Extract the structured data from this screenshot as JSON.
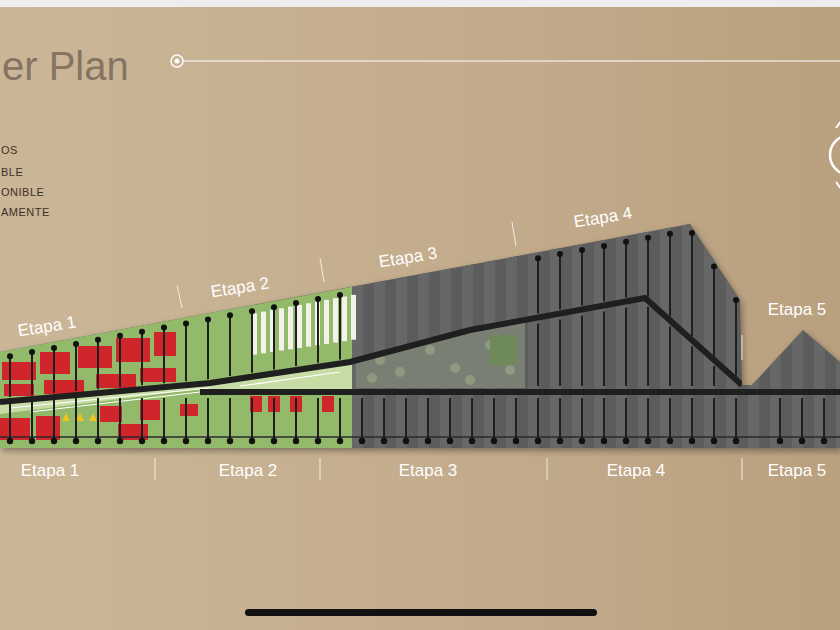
{
  "diagram": {
    "title": "er Plan",
    "labels": [
      "OS",
      "BLE",
      "ONIBLE",
      "AMENTE",
      "Etapa 1",
      "Etapa 2",
      "Etapa 3",
      "Etapa 4",
      "Etapa 5",
      "Etapa 1",
      "Etapa 2",
      "Etapa 3",
      "Etapa 4",
      "Etapa 5"
    ]
  }
}
